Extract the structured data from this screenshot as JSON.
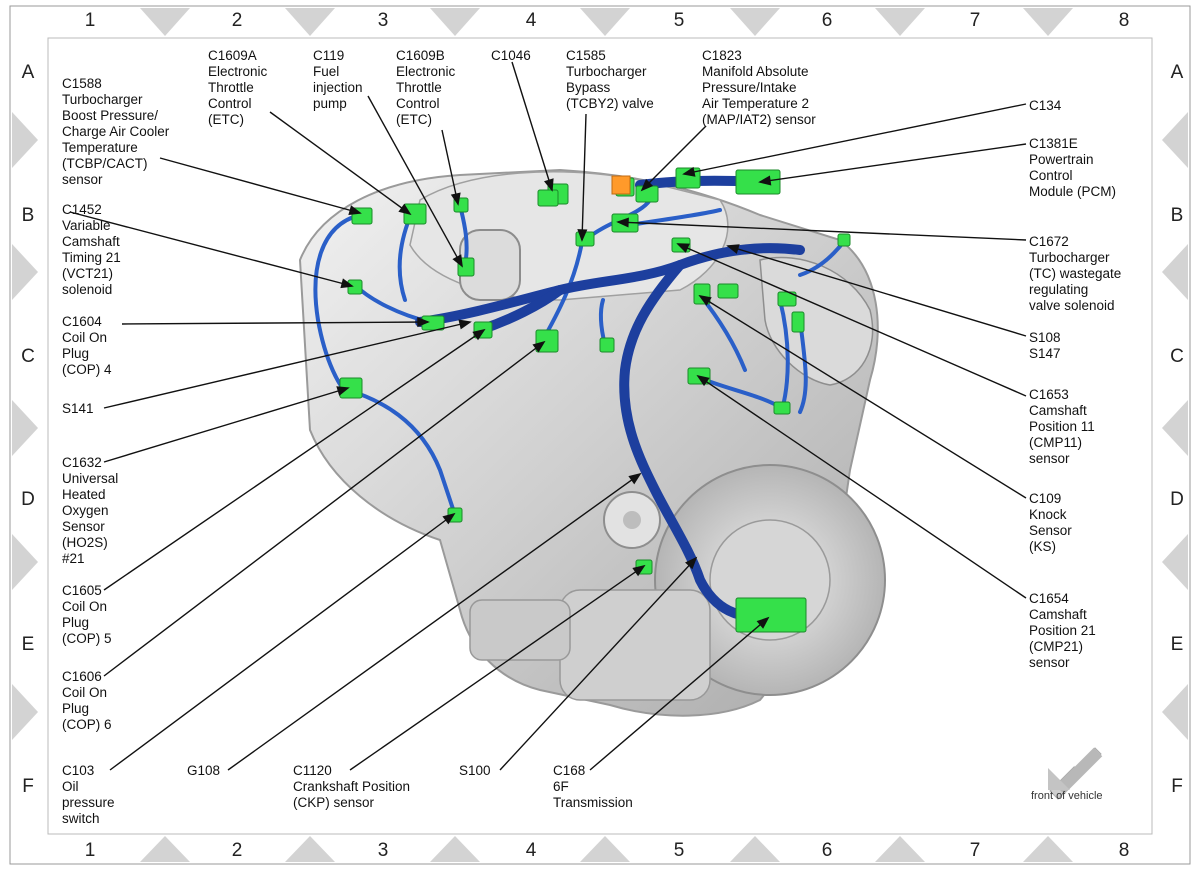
{
  "columns": [
    "1",
    "2",
    "3",
    "4",
    "5",
    "6",
    "7",
    "8"
  ],
  "rows": [
    "A",
    "B",
    "C",
    "D",
    "E",
    "F"
  ],
  "callouts": [
    {
      "id": "c1588",
      "lines": [
        "C1588",
        "Turbocharger",
        "Boost Pressure/",
        "Charge Air Cooler",
        "Temperature",
        "(TCBP/CACT)",
        "sensor"
      ]
    },
    {
      "id": "c1609a",
      "lines": [
        "C1609A",
        "Electronic",
        "Throttle",
        "Control",
        "(ETC)"
      ]
    },
    {
      "id": "c119",
      "lines": [
        "C119",
        "Fuel",
        "injection",
        "pump"
      ]
    },
    {
      "id": "c1609b",
      "lines": [
        "C1609B",
        "Electronic",
        "Throttle",
        "Control",
        "(ETC)"
      ]
    },
    {
      "id": "c1046",
      "lines": [
        "C1046"
      ]
    },
    {
      "id": "c1585",
      "lines": [
        "C1585",
        "Turbocharger",
        "Bypass",
        "(TCBY2) valve"
      ]
    },
    {
      "id": "c1823",
      "lines": [
        "C1823",
        "Manifold Absolute",
        "Pressure/Intake",
        "Air Temperature 2",
        "(MAP/IAT2) sensor"
      ]
    },
    {
      "id": "c134",
      "lines": [
        "C134"
      ]
    },
    {
      "id": "c1381e",
      "lines": [
        "C1381E",
        "Powertrain",
        "Control",
        "Module (PCM)"
      ]
    },
    {
      "id": "c1452",
      "lines": [
        "C1452",
        "Variable",
        "Camshaft",
        "Timing 21",
        "(VCT21)",
        "solenoid"
      ]
    },
    {
      "id": "c1672",
      "lines": [
        "C1672",
        "Turbocharger",
        "(TC) wastegate",
        "regulating",
        "valve solenoid"
      ]
    },
    {
      "id": "c1604",
      "lines": [
        "C1604",
        "Coil On",
        "Plug",
        "(COP) 4"
      ]
    },
    {
      "id": "s108",
      "lines": [
        "S108",
        "S147"
      ]
    },
    {
      "id": "s141",
      "lines": [
        "S141"
      ]
    },
    {
      "id": "c1653",
      "lines": [
        "C1653",
        "Camshaft",
        "Position 11",
        "(CMP11)",
        "sensor"
      ]
    },
    {
      "id": "c1632",
      "lines": [
        "C1632",
        "Universal",
        "Heated",
        "Oxygen",
        "Sensor",
        "(HO2S)",
        "#21"
      ]
    },
    {
      "id": "c109",
      "lines": [
        "C109",
        "Knock",
        "Sensor",
        "(KS)"
      ]
    },
    {
      "id": "c1605",
      "lines": [
        "C1605",
        "Coil On",
        "Plug",
        "(COP) 5"
      ]
    },
    {
      "id": "c1654",
      "lines": [
        "C1654",
        "Camshaft",
        "Position 21",
        "(CMP21)",
        "sensor"
      ]
    },
    {
      "id": "c1606",
      "lines": [
        "C1606",
        "Coil On",
        "Plug",
        "(COP) 6"
      ]
    },
    {
      "id": "c103",
      "lines": [
        "C103",
        "Oil",
        "pressure",
        "switch"
      ]
    },
    {
      "id": "g108",
      "lines": [
        "G108"
      ]
    },
    {
      "id": "c1120",
      "lines": [
        "C1120",
        "Crankshaft Position",
        "(CKP) sensor"
      ]
    },
    {
      "id": "s100",
      "lines": [
        "S100"
      ]
    },
    {
      "id": "c168",
      "lines": [
        "C168",
        "6F",
        "Transmission"
      ]
    }
  ],
  "front_label": "front of vehicle",
  "colors": {
    "harness": "#1f4fb0",
    "connector": "#35e04a",
    "engine": "#d9d9d9",
    "frame": "#d6d6d6"
  }
}
